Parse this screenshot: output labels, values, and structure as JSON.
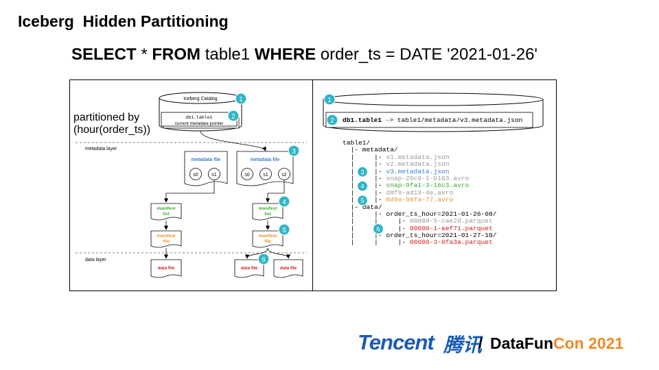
{
  "slide": {
    "title": "Iceberg  Hidden Partitioning",
    "sql": {
      "kw_select": "SELECT",
      "star": " * ",
      "kw_from": "FROM",
      "table": " table1 ",
      "kw_where": "WHERE",
      "cond": " order_ts = DATE '2021-01-26'"
    }
  },
  "left_diagram": {
    "catalog_label": "Iceberg Catalog",
    "catalog_entry_code": "db1.table1",
    "catalog_entry_text": "current metadata pointer",
    "partitioned_by_line1": "partitioned by",
    "partitioned_by_line2": "(hour(order_ts))",
    "metadata_layer_label": "metadata layer",
    "data_layer_label": "data layer",
    "metadata_file_label": "metadata file",
    "snapshots_old": [
      "s0",
      "s1"
    ],
    "snapshots_new": [
      "s0",
      "s1",
      "s2"
    ],
    "manifest_list_label": [
      "manifest",
      "list"
    ],
    "manifest_file_label": [
      "manifest",
      "file"
    ],
    "data_file_label": "data file",
    "markers": [
      "1",
      "2",
      "3",
      "4",
      "5",
      "6"
    ]
  },
  "right_diagram": {
    "markers": [
      "1",
      "2"
    ],
    "pointer_code": "db1.table1",
    "pointer_arrow_text": " -> table1/metadata/v3.metadata.json",
    "tree": [
      {
        "prefix": "table1/",
        "text": "",
        "color": "normal",
        "marker": ""
      },
      {
        "prefix": "  |- metadata/",
        "text": "",
        "color": "normal",
        "marker": ""
      },
      {
        "prefix": "  |     |- ",
        "text": "v1.metadata.json",
        "color": "dim",
        "marker": ""
      },
      {
        "prefix": "  |     |- ",
        "text": "v2.metadata.json",
        "color": "dim",
        "marker": ""
      },
      {
        "prefix": "  |     |- ",
        "text": "v3.metadata.json",
        "color": "blue",
        "marker": "3"
      },
      {
        "prefix": "  |     |- ",
        "text": "snap-29c8-1-b103.avro",
        "color": "dim",
        "marker": ""
      },
      {
        "prefix": "  |     |- ",
        "text": "snap-9fa1-3-16c3.avro",
        "color": "green",
        "marker": "4"
      },
      {
        "prefix": "  |     |- ",
        "text": "d8f9-ad19-4e.avro",
        "color": "dim",
        "marker": ""
      },
      {
        "prefix": "  |     |- ",
        "text": "0d9a-98fa-77.avro",
        "color": "orange",
        "marker": "5"
      },
      {
        "prefix": "  |- data/",
        "text": "",
        "color": "normal",
        "marker": ""
      },
      {
        "prefix": "  |     |- order_ts_hour=2021-01-26-08/",
        "text": "",
        "color": "normal",
        "marker": ""
      },
      {
        "prefix": "  |     |     |- ",
        "text": "00000-5-cae2d.parquet",
        "color": "dim",
        "marker": ""
      },
      {
        "prefix": "  |     |     |- ",
        "text": "00000-1-aef71.parquet",
        "color": "red",
        "marker": "6"
      },
      {
        "prefix": "  |     |- order_ts_hour=2021-01-27-10/",
        "text": "",
        "color": "normal",
        "marker": ""
      },
      {
        "prefix": "  |     |     |- ",
        "text": "00000-3-0fa3a.parquet",
        "color": "red",
        "marker": ""
      }
    ]
  },
  "footer": {
    "tencent": "Tencent",
    "tencent_cn": "腾讯",
    "slash": "/",
    "datafun": "DataFun",
    "con": "Con",
    "year": " 2021"
  },
  "colors": {
    "marker_teal": "#2fb4c4",
    "metadata_blue": "#3a7fd0",
    "manifest_list_green": "#3aa635",
    "manifest_file_orange": "#e8912c",
    "data_file_red": "#d0201f",
    "tencent_blue": "#1a5bb8"
  }
}
